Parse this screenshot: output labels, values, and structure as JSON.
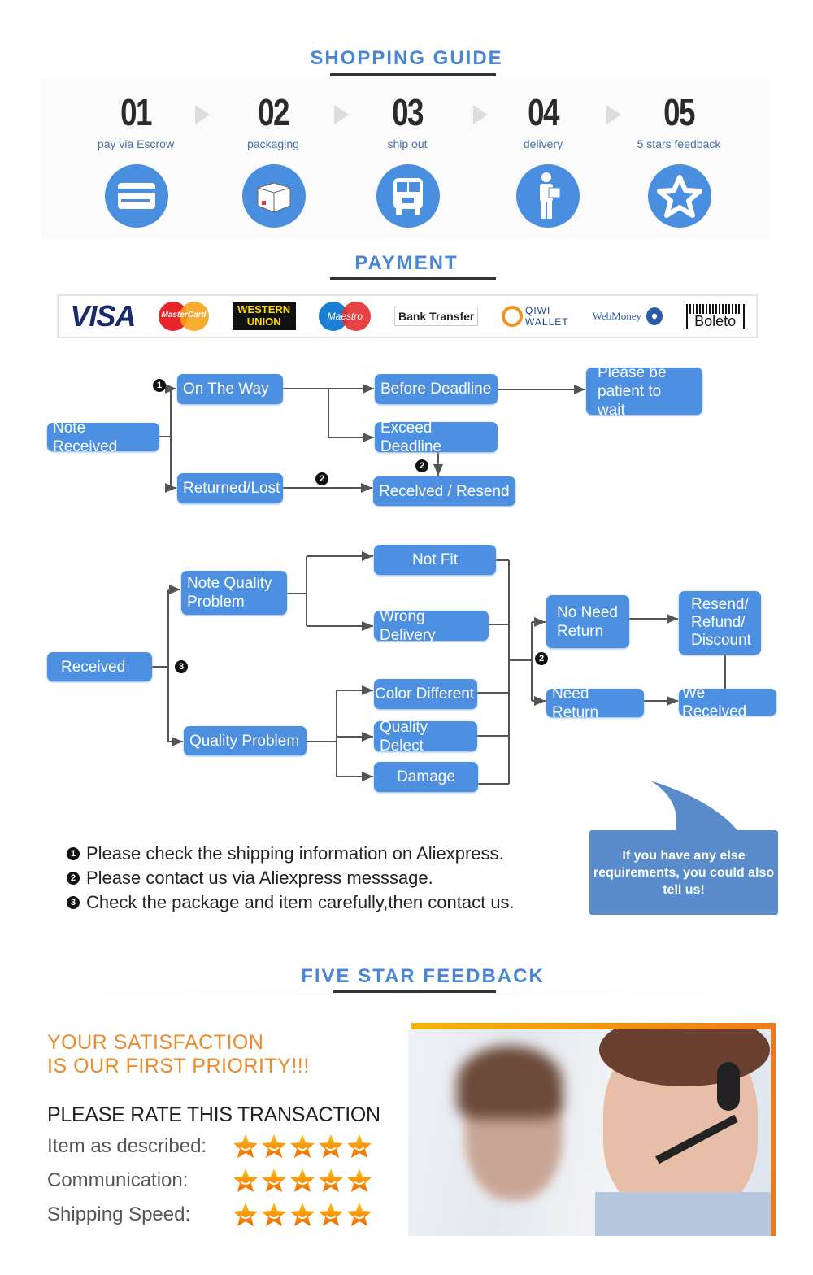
{
  "shopping_guide": {
    "title": "SHOPPING GUIDE",
    "steps": [
      {
        "num": "01",
        "label": "pay via Escrow",
        "icon": "credit-card-icon"
      },
      {
        "num": "02",
        "label": "packaging",
        "icon": "box-icon"
      },
      {
        "num": "03",
        "label": "ship out",
        "icon": "truck-icon"
      },
      {
        "num": "04",
        "label": "delivery",
        "icon": "delivery-man-icon"
      },
      {
        "num": "05",
        "label": "5 stars feedback",
        "icon": "star-icon"
      }
    ]
  },
  "payment": {
    "title": "PAYMENT",
    "methods": [
      "VISA",
      "MasterCard",
      "WESTERN UNION",
      "Maestro",
      "Bank Transfer",
      "QIWI WALLET",
      "WebMoney",
      "Boleto"
    ]
  },
  "flow1": {
    "note_received": "Note Received",
    "on_the_way": "On The Way",
    "returned_lost": "Returned/Lost",
    "before_deadline": "Before Deadline",
    "exceed_deadline": "Exceed Deadline",
    "received_resend": "Recelved / Resend",
    "please_wait": "Please be patient to wait"
  },
  "flow2": {
    "received": "Received",
    "note_quality": "Note Quality Problem",
    "quality_problem": "Quality Problem",
    "not_fit": "Not Fit",
    "wrong_delivery": "Wrong Delivery",
    "color_different": "Color Different",
    "quality_defect": "Quality Delect",
    "damage": "Damage",
    "no_need_return": "No Need Return",
    "need_return": "Need Return",
    "resend_refund": "Resend/ Refund/ Discount",
    "we_received": "We Received"
  },
  "badges": {
    "one": "1",
    "two": "2",
    "three": "3"
  },
  "notes": [
    "Please check the shipping information on Aliexpress.",
    "Please contact us via Aliexpress messsage.",
    "Check the package and item carefully,then contact us."
  ],
  "bubble": "If you have any else requirements, you could also tell us!",
  "feedback": {
    "title": "FIVE STAR FEEDBACK",
    "headline1": "YOUR SATISFACTION",
    "headline2": "IS OUR FIRST PRIORITY!!!",
    "rate_title": "PLEASE RATE THIS TRANSACTION",
    "ratings": [
      {
        "label": "Item as described:",
        "stars": 5
      },
      {
        "label": "Communication:",
        "stars": 5
      },
      {
        "label": "Shipping Speed:",
        "stars": 5
      }
    ]
  },
  "colors": {
    "accent": "#4a86d8",
    "box": "#4d90e2",
    "orange": "#f0a030"
  }
}
